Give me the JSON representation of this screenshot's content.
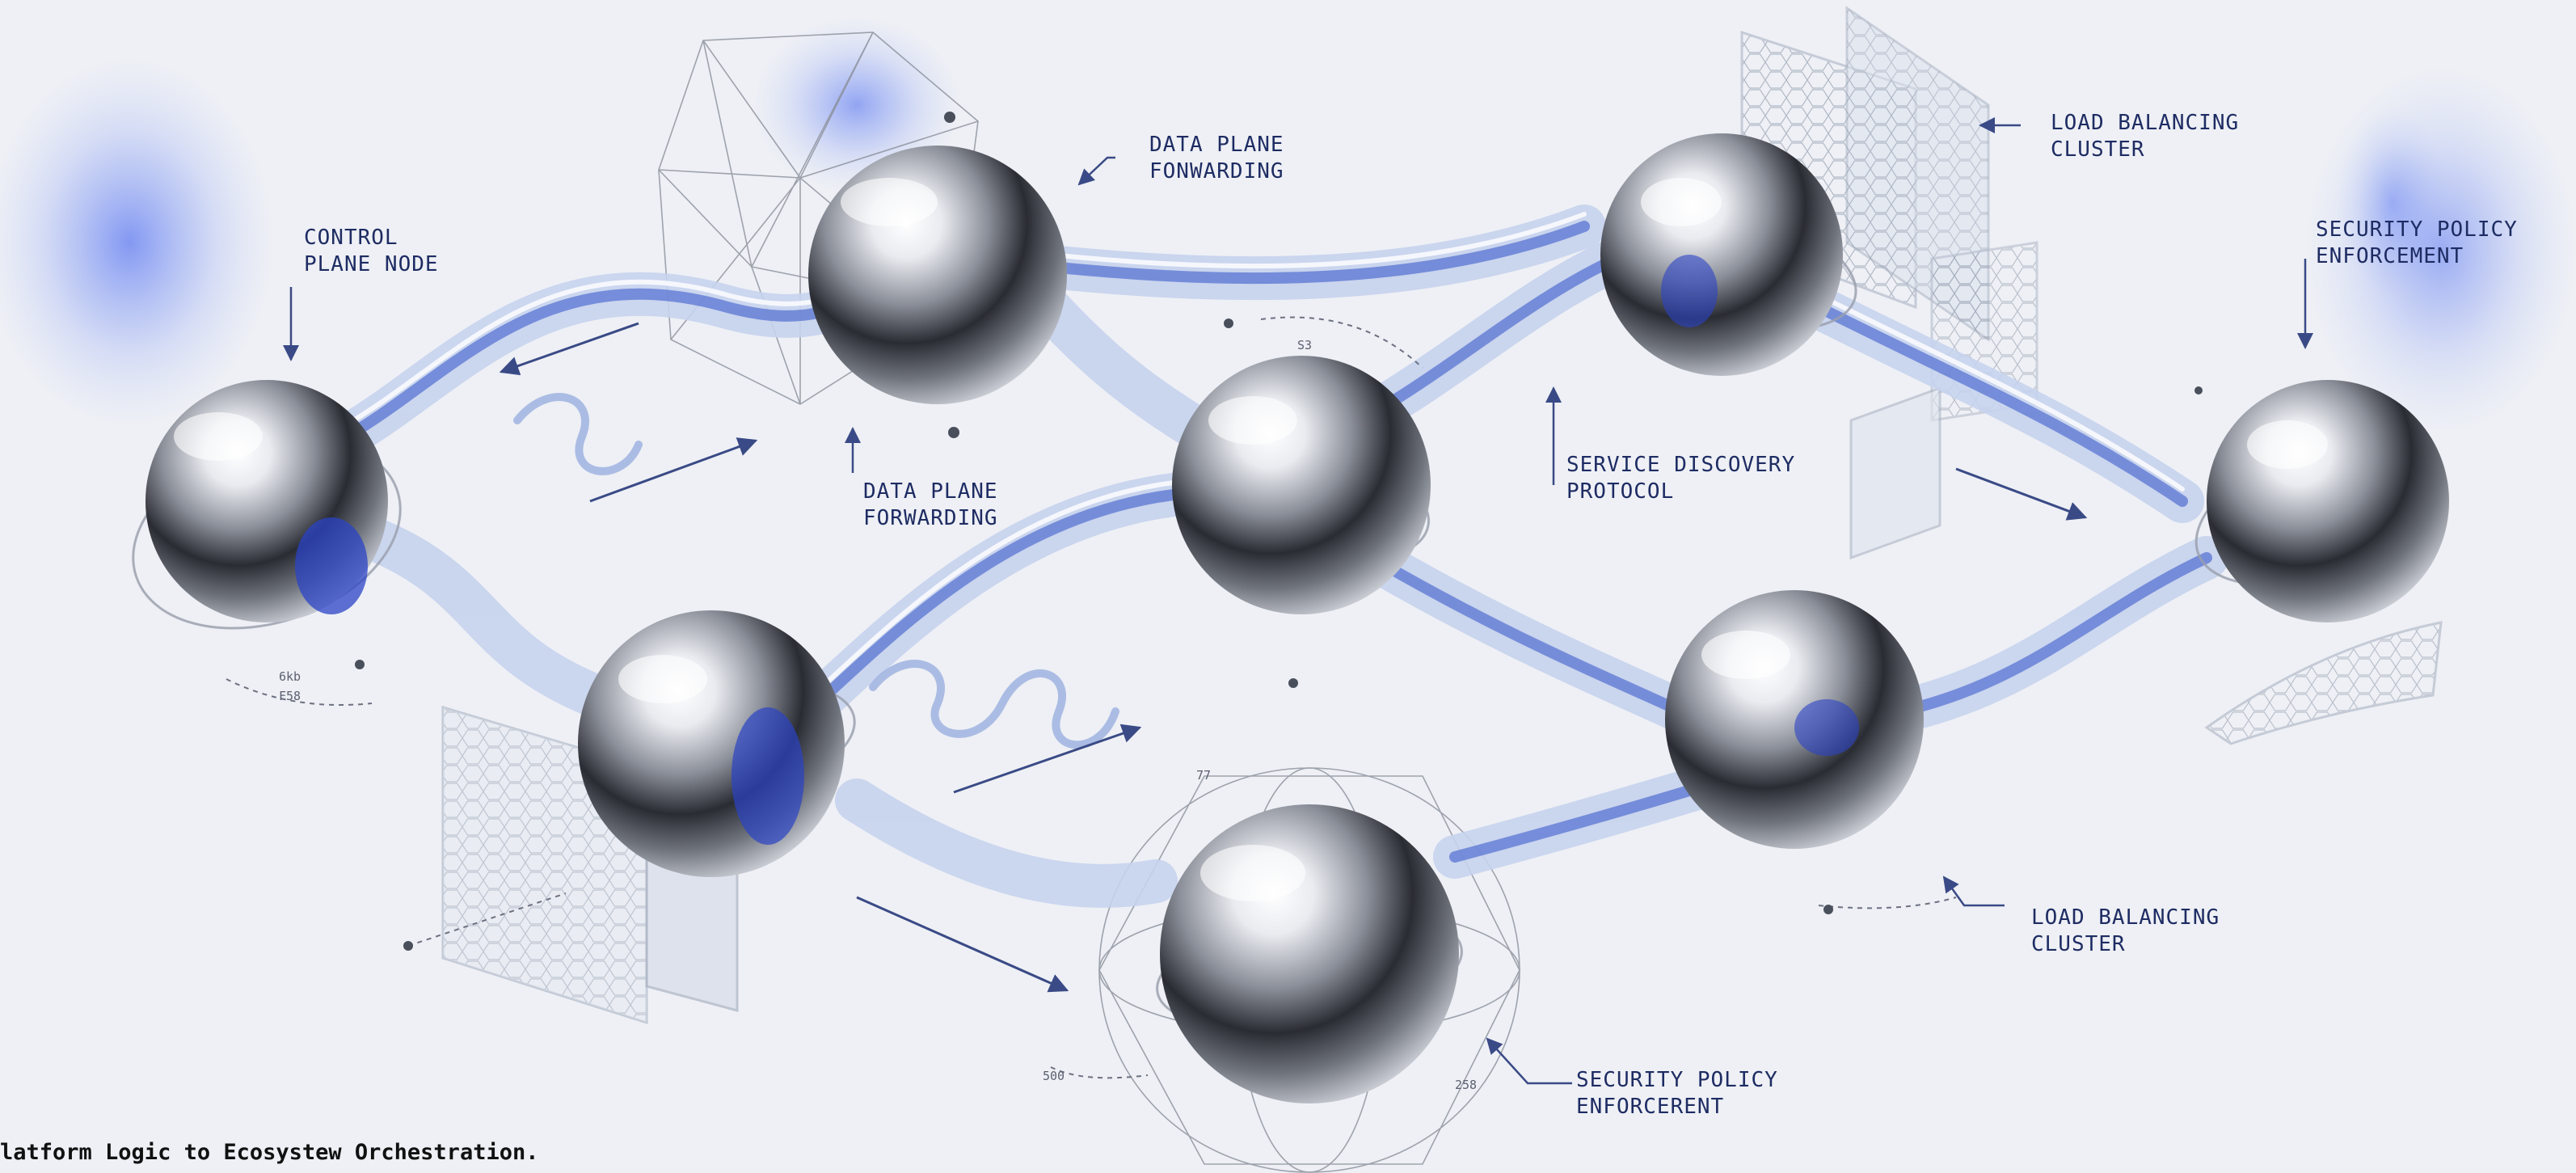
{
  "diagram": {
    "caption": "latform Logic to Ecosystew Orchestration.",
    "labels": {
      "control_plane": [
        "CONTROL",
        "PLANE NODE"
      ],
      "data_plane_top": [
        "DATA PLANE",
        "FONWARDING"
      ],
      "data_plane_mid": [
        "DATA PLANE",
        "FORWARDING"
      ],
      "load_balancing_top": [
        "LOAD BALANCING",
        "CLUSTER"
      ],
      "service_discovery": [
        "SERVICE DISCOVERY",
        "PROTOCOL"
      ],
      "security_top": [
        "SECURITY POLICY",
        "ENFORCEMENT"
      ],
      "load_balancing_bottom": [
        "LOAD BALANCING",
        "CLUSTER"
      ],
      "security_bottom": [
        "SECURITY POLICY",
        "ENFORCERENT"
      ]
    },
    "annotations": {
      "left_a": "6kb",
      "left_b": "F58",
      "top_a": "S3",
      "bottom_a": "500",
      "bottom_b": "258",
      "bottom_c": "77"
    },
    "colors": {
      "background": "#eef0f5",
      "label": "#1e2c63",
      "tube_blue": "#2f52c8",
      "glow_blue": "#3a5cf0",
      "chrome_dark": "#22242b",
      "chrome_light": "#ffffff"
    }
  }
}
